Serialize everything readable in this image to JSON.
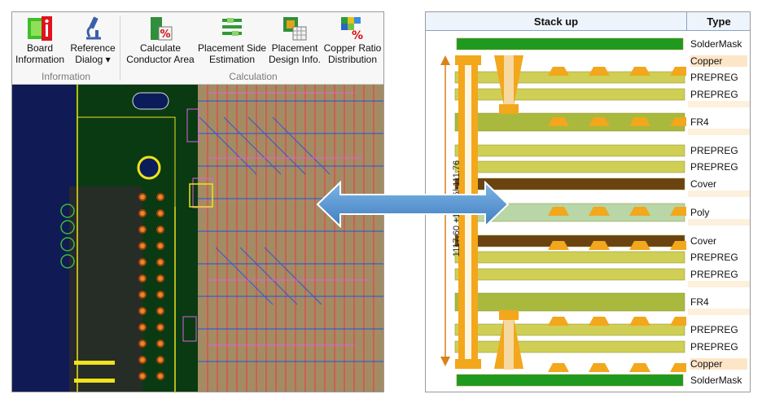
{
  "ribbon": {
    "buttons": [
      {
        "id": "board-information",
        "line1": "Board",
        "line2": "Information"
      },
      {
        "id": "reference-dialog",
        "line1": "Reference",
        "line2": "Dialog ▾"
      },
      {
        "id": "calculate-conductor-area",
        "line1": "Calculate",
        "line2": "Conductor Area"
      },
      {
        "id": "placement-side-estimation",
        "line1": "Placement Side",
        "line2": "Estimation"
      },
      {
        "id": "placement-design-info",
        "line1": "Placement",
        "line2": "Design Info."
      },
      {
        "id": "copper-ratio-distribution",
        "line1": "Copper Ratio",
        "line2": "Distribution"
      }
    ],
    "groups": [
      "Information",
      "Calculation"
    ]
  },
  "stackup": {
    "header_stackup": "Stack up",
    "header_type": "Type",
    "dimension_label": "1117.60 +111.76/-111.76",
    "layers": [
      "SolderMask",
      "Copper",
      "PREPREG",
      "PREPREG",
      "FR4",
      "PREPREG",
      "PREPREG",
      "Cover",
      "Poly",
      "Cover",
      "PREPREG",
      "PREPREG",
      "FR4",
      "PREPREG",
      "PREPREG",
      "Copper",
      "SolderMask"
    ]
  },
  "colors": {
    "soldermask": "#1f9a1f",
    "copper": "#f2a71c",
    "prepreg": "#cfcf55",
    "fr4": "#a8b93d",
    "cover": "#6a4310",
    "poly": "#b9d6a6",
    "arrow": "#5b9bd5",
    "pcb_bg": "#0a3a12"
  }
}
